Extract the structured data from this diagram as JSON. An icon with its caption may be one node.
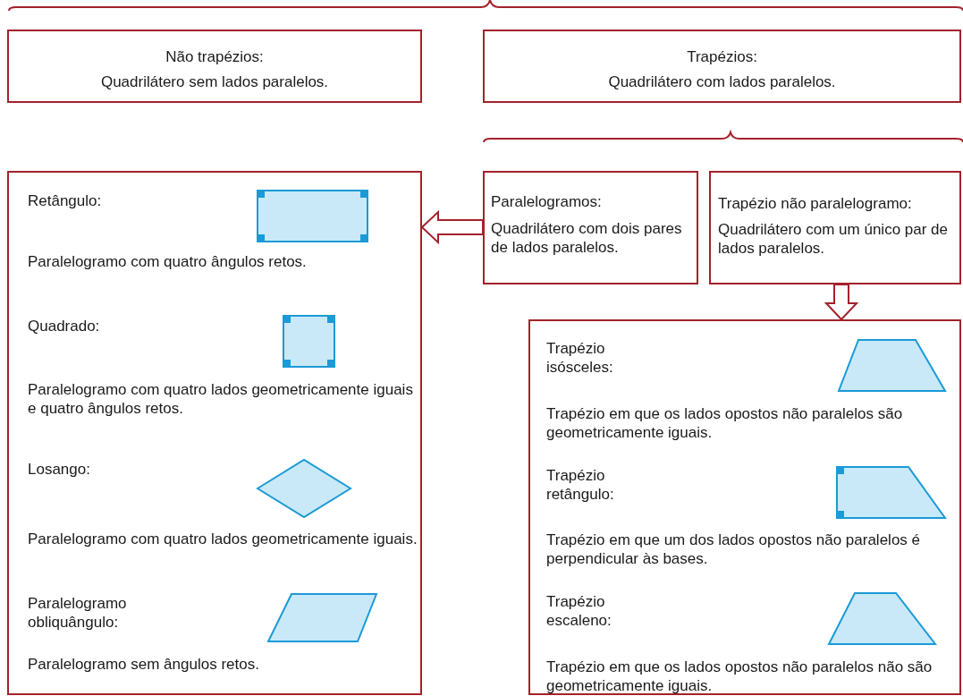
{
  "diagram": {
    "nodes": [
      {
        "text": [
          "Não trapézios:",
          "Quadrilátero sem lados paralelos."
        ]
      },
      {
        "text": [
          "Trapézios:",
          "Quadrilátero com lados paralelos."
        ]
      },
      {
        "text": [
          "Retângulo:",
          "Paralelogramo com quatro ângulos retos.",
          "Quadrado:",
          "Paralelogramo com quatro lados geometricamente iguais e quatro ângulos retos.",
          "Losango:",
          "Paralelogramo com quatro lados geometricamente iguais.",
          "Paralelogramo obliquângulo:",
          "Paralelogramo sem ângulos retos."
        ]
      },
      {
        "text": [
          "Paralelogramos:",
          "Quadrilátero com dois pares de lados paralelos."
        ]
      },
      {
        "text": [
          "Trapézio não paralelogramo:",
          "Quadrilátero com um único par de lados paralelos."
        ]
      },
      {
        "text": [
          "Trapézio isósceles:",
          "Trapézio em que os lados opostos não paralelos são geometricamente iguais.",
          "Trapézio retângulo:",
          "Trapézio em que um dos lados opostos não paralelos é perpendicular às bases.",
          "Trapézio escaleno:",
          "Trapézio em que os lados opostos não paralelos não são geometricamente iguais."
        ]
      }
    ],
    "edges": [
      {
        "from": 3,
        "to": 2,
        "arrow": "to"
      },
      {
        "from": 4,
        "to": 5,
        "arrow": "to"
      }
    ]
  }
}
